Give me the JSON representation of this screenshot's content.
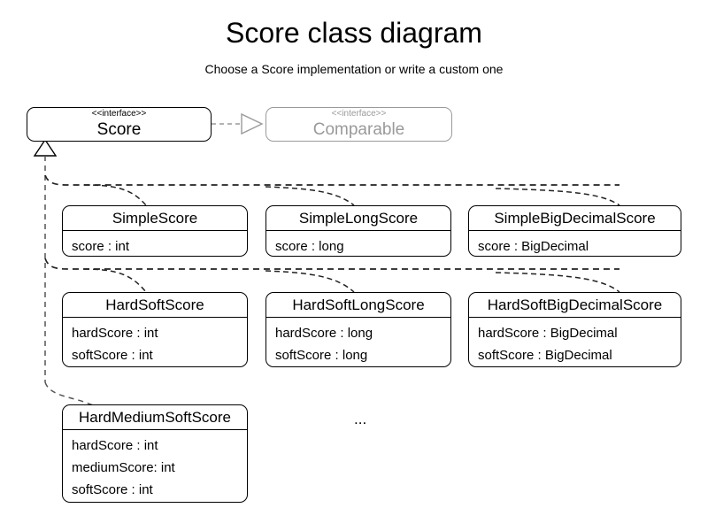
{
  "diagram": {
    "title": "Score class diagram",
    "subtitle": "Choose a Score implementation or write a custom one",
    "ellipsis": "...",
    "colors": {
      "line": "#000000",
      "muted": "#9a9a9a",
      "background": "#ffffff"
    }
  },
  "interfaces": [
    {
      "stereotype": "<<interface>>",
      "name": "Score",
      "muted": false
    },
    {
      "stereotype": "<<interface>>",
      "name": "Comparable",
      "muted": true
    }
  ],
  "classes": [
    {
      "name": "SimpleScore",
      "attributes": [
        "score : int"
      ]
    },
    {
      "name": "SimpleLongScore",
      "attributes": [
        "score : long"
      ]
    },
    {
      "name": "SimpleBigDecimalScore",
      "attributes": [
        "score : BigDecimal"
      ]
    },
    {
      "name": "HardSoftScore",
      "attributes": [
        "hardScore : int",
        "softScore : int"
      ]
    },
    {
      "name": "HardSoftLongScore",
      "attributes": [
        "hardScore : long",
        "softScore : long"
      ]
    },
    {
      "name": "HardSoftBigDecimalScore",
      "attributes": [
        "hardScore : BigDecimal",
        "softScore : BigDecimal"
      ]
    },
    {
      "name": "HardMediumSoftScore",
      "attributes": [
        "hardScore : int",
        "mediumScore: int",
        "softScore : int"
      ]
    }
  ],
  "relations": [
    {
      "type": "realization",
      "from": "Score",
      "to": "Comparable",
      "style": "dashed",
      "arrowhead": "hollow-triangle"
    },
    {
      "type": "generalization",
      "from": "SimpleScore",
      "to": "Score",
      "style": "dashed",
      "arrowhead": "hollow-triangle"
    },
    {
      "type": "generalization",
      "from": "SimpleLongScore",
      "to": "Score",
      "style": "dashed",
      "arrowhead": "hollow-triangle"
    },
    {
      "type": "generalization",
      "from": "SimpleBigDecimalScore",
      "to": "Score",
      "style": "dashed",
      "arrowhead": "hollow-triangle"
    },
    {
      "type": "generalization",
      "from": "HardSoftScore",
      "to": "Score",
      "style": "dashed",
      "arrowhead": "hollow-triangle"
    },
    {
      "type": "generalization",
      "from": "HardSoftLongScore",
      "to": "Score",
      "style": "dashed",
      "arrowhead": "hollow-triangle"
    },
    {
      "type": "generalization",
      "from": "HardSoftBigDecimalScore",
      "to": "Score",
      "style": "dashed",
      "arrowhead": "hollow-triangle"
    },
    {
      "type": "generalization",
      "from": "HardMediumSoftScore",
      "to": "Score",
      "style": "dashed",
      "arrowhead": "hollow-triangle"
    }
  ]
}
